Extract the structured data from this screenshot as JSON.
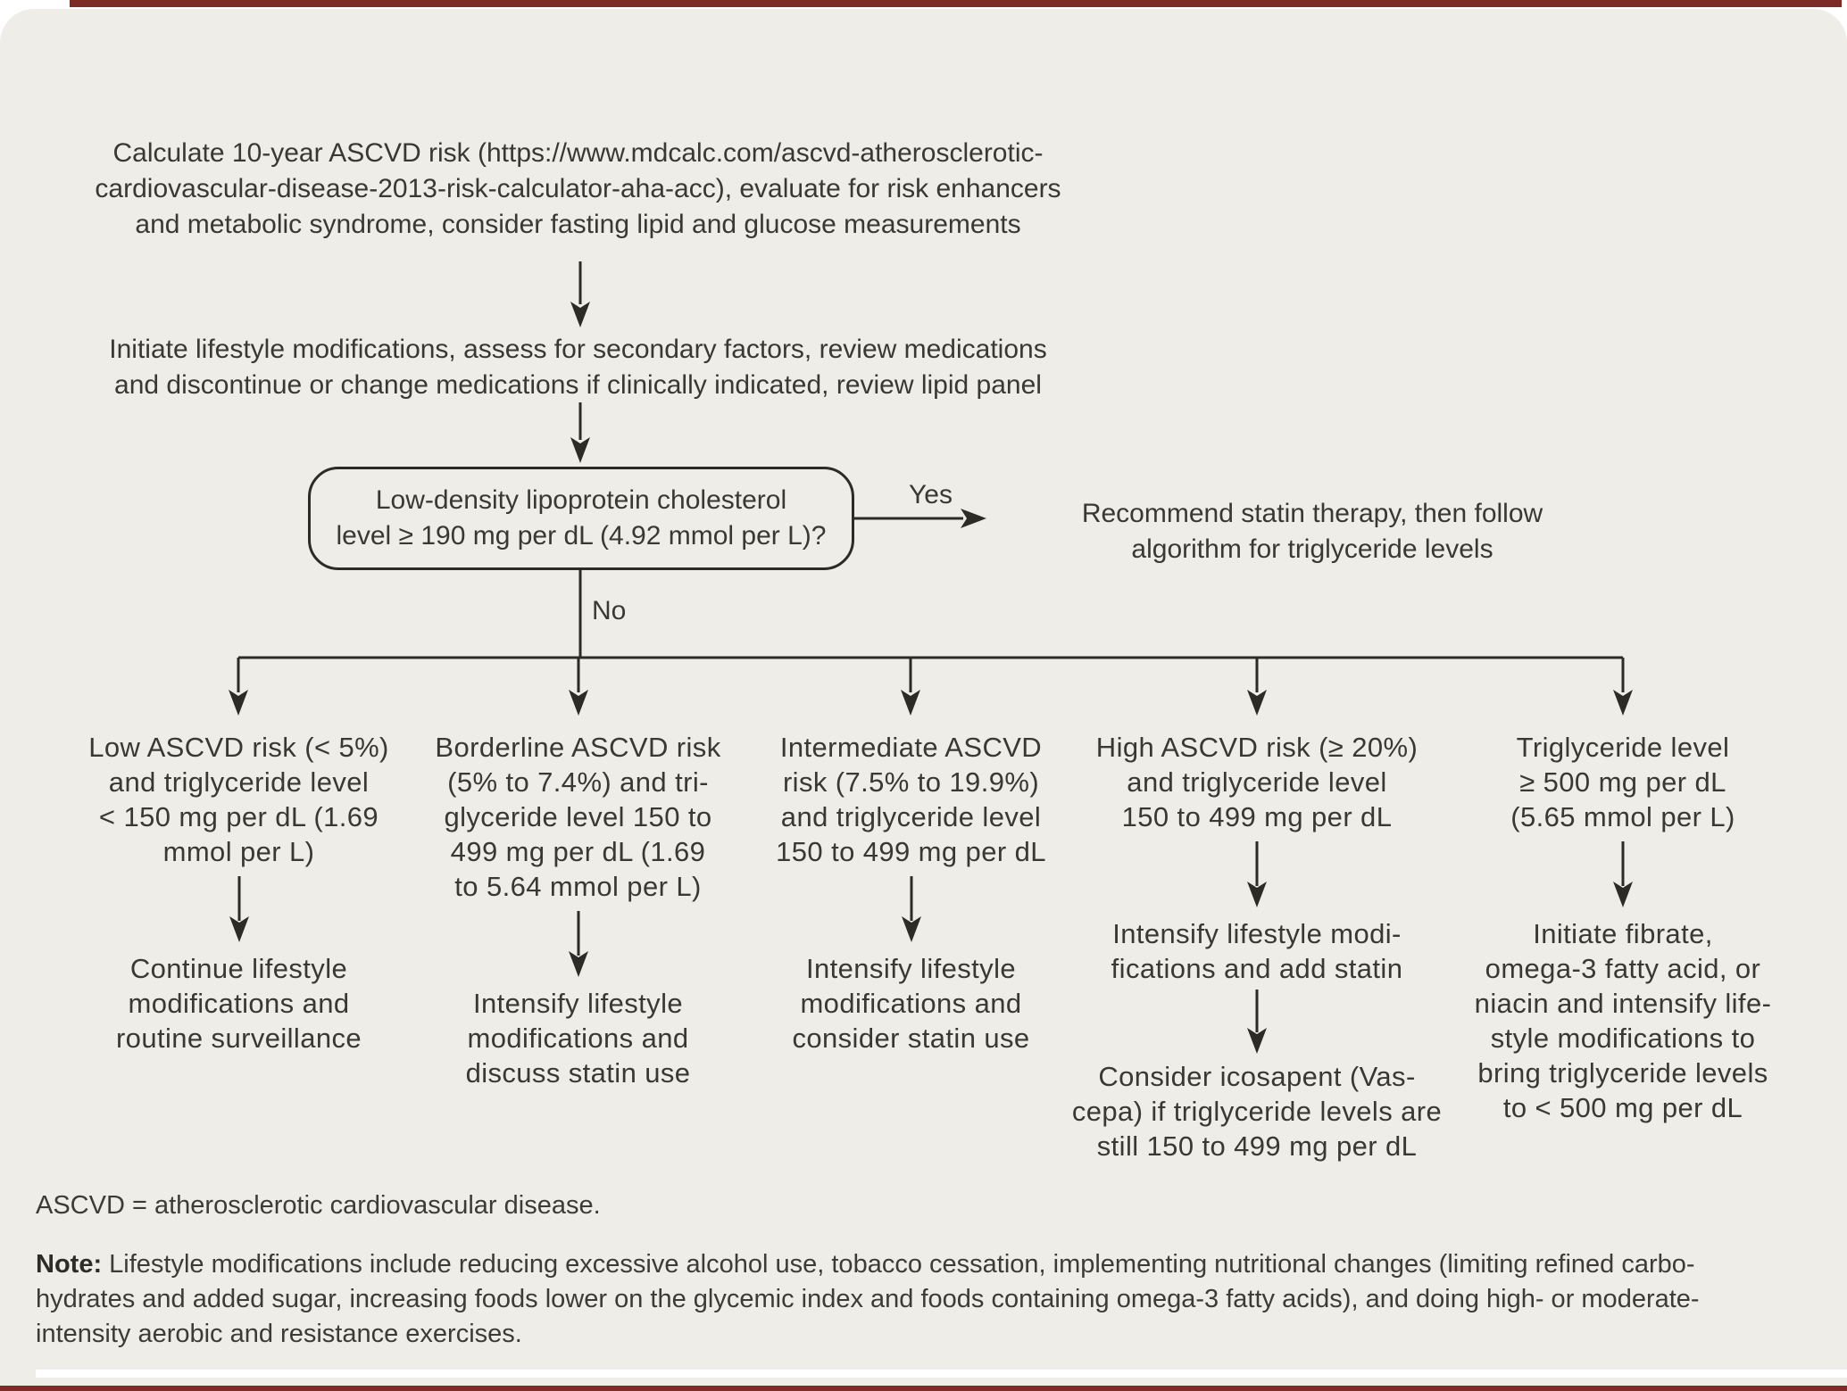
{
  "flow": {
    "step1": "Calculate 10-year ASCVD risk (https://www.mdcalc.com/ascvd-atherosclerotic-\ncardiovascular-disease-2013-risk-calculator-aha-acc), evaluate for risk enhancers\nand metabolic syndrome, consider fasting lipid and glucose measurements",
    "step2": "Initiate lifestyle modifications, assess for secondary factors, review medications\nand discontinue or change medications if clinically indicated, review lipid panel",
    "decision": "Low-density lipoprotein cholesterol\nlevel ≥ 190 mg per dL (4.92 mmol per L)?",
    "yes_label": "Yes",
    "no_label": "No",
    "yes_outcome": "Recommend statin therapy, then follow\nalgorithm for triglyceride levels",
    "branches": [
      {
        "condition": "Low ASCVD risk (< 5%)\nand triglyceride level\n< 150 mg per dL (1.69\nmmol per L)",
        "actions": [
          "Continue lifestyle\nmodifications and\nroutine surveillance"
        ]
      },
      {
        "condition": "Borderline ASCVD risk\n(5% to 7.4%) and tri-\nglyceride level 150 to\n499 mg per dL (1.69\nto 5.64 mmol per L)",
        "actions": [
          "Intensify lifestyle\nmodifications and\ndiscuss statin use"
        ]
      },
      {
        "condition": "Intermediate ASCVD\nrisk (7.5% to 19.9%)\nand triglyceride level\n150 to 499 mg per dL",
        "actions": [
          "Intensify lifestyle\nmodifications and\nconsider statin use"
        ]
      },
      {
        "condition": "High ASCVD risk (≥ 20%)\nand triglyceride level\n150 to 499 mg per dL",
        "actions": [
          "Intensify lifestyle modi-\nfications and add statin",
          "Consider icosapent (Vas-\ncepa) if triglyceride levels are\nstill 150 to 499 mg per dL"
        ]
      },
      {
        "condition": "Triglyceride level\n≥ 500 mg per dL\n(5.65 mmol per L)",
        "actions": [
          "Initiate fibrate,\nomega-3 fatty acid, or\nniacin and intensify life-\nstyle modifications to\nbring triglyceride levels\nto < 500 mg per dL"
        ]
      }
    ],
    "footnote_abbrev": "ASCVD = atherosclerotic cardiovascular disease.",
    "note_label": "Note:",
    "note_text": " Lifestyle modifications include reducing excessive alcohol use, tobacco cessation, implementing nutritional changes (limiting refined carbo-\nhydrates and added sugar, increasing foods lower on the glycemic index and foods containing omega-3 fatty acids), and doing high- or moderate-\nintensity aerobic and resistance exercises."
  },
  "colors": {
    "panel_background": "#efede7",
    "text": "#3a3835",
    "line": "#2d2b27",
    "edge_rule": "#7d2b27"
  }
}
